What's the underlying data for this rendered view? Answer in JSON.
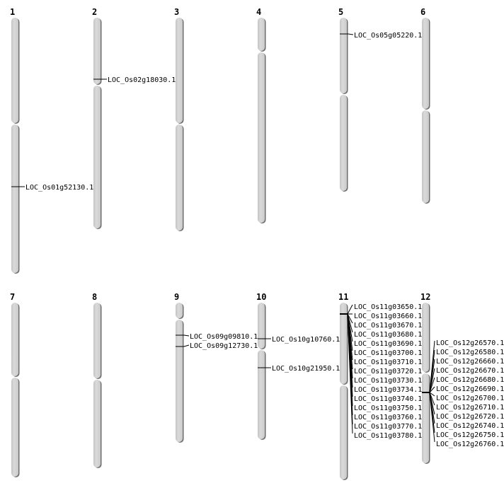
{
  "chromosomes": [
    {
      "name": "1",
      "genes": [
        "LOC_Os01g52130.1"
      ]
    },
    {
      "name": "2",
      "genes": [
        "LOC_Os02g18030.1"
      ]
    },
    {
      "name": "3",
      "genes": []
    },
    {
      "name": "4",
      "genes": []
    },
    {
      "name": "5",
      "genes": [
        "LOC_Os05g05220.1"
      ]
    },
    {
      "name": "6",
      "genes": []
    },
    {
      "name": "7",
      "genes": []
    },
    {
      "name": "8",
      "genes": []
    },
    {
      "name": "9",
      "genes": [
        "LOC_Os09g09810.1",
        "LOC_Os09g12730.1"
      ]
    },
    {
      "name": "10",
      "genes": [
        "LOC_Os10g10760.1",
        "LOC_Os10g21950.1"
      ]
    },
    {
      "name": "11",
      "genes": [
        "LOC_Os11g03650.1",
        "LOC_Os11g03660.1",
        "LOC_Os11g03670.1",
        "LOC_Os11g03680.1",
        "LOC_Os11g03690.1",
        "LOC_Os11g03700.1",
        "LOC_Os11g03710.1",
        "LOC_Os11g03720.1",
        "LOC_Os11g03730.1",
        "LOC_Os11g03734.1",
        "LOC_Os11g03740.1",
        "LOC_Os11g03750.1",
        "LOC_Os11g03760.1",
        "LOC_Os11g03770.1",
        "LOC_Os11g03780.1"
      ]
    },
    {
      "name": "12",
      "genes": [
        "LOC_Os12g26570.1",
        "LOC_Os12g26580.1",
        "LOC_Os12g26660.1",
        "LOC_Os12g26670.1",
        "LOC_Os12g26680.1",
        "LOC_Os12g26690.1",
        "LOC_Os12g26700.1",
        "LOC_Os12g26710.1",
        "LOC_Os12g26720.1",
        "LOC_Os12g26740.1",
        "LOC_Os12g26750.1",
        "LOC_Os12g26760.1"
      ]
    }
  ],
  "colors": {
    "chromosome": "#d4d4d4",
    "shadow": "#6e6e6e",
    "line": "#000000"
  }
}
